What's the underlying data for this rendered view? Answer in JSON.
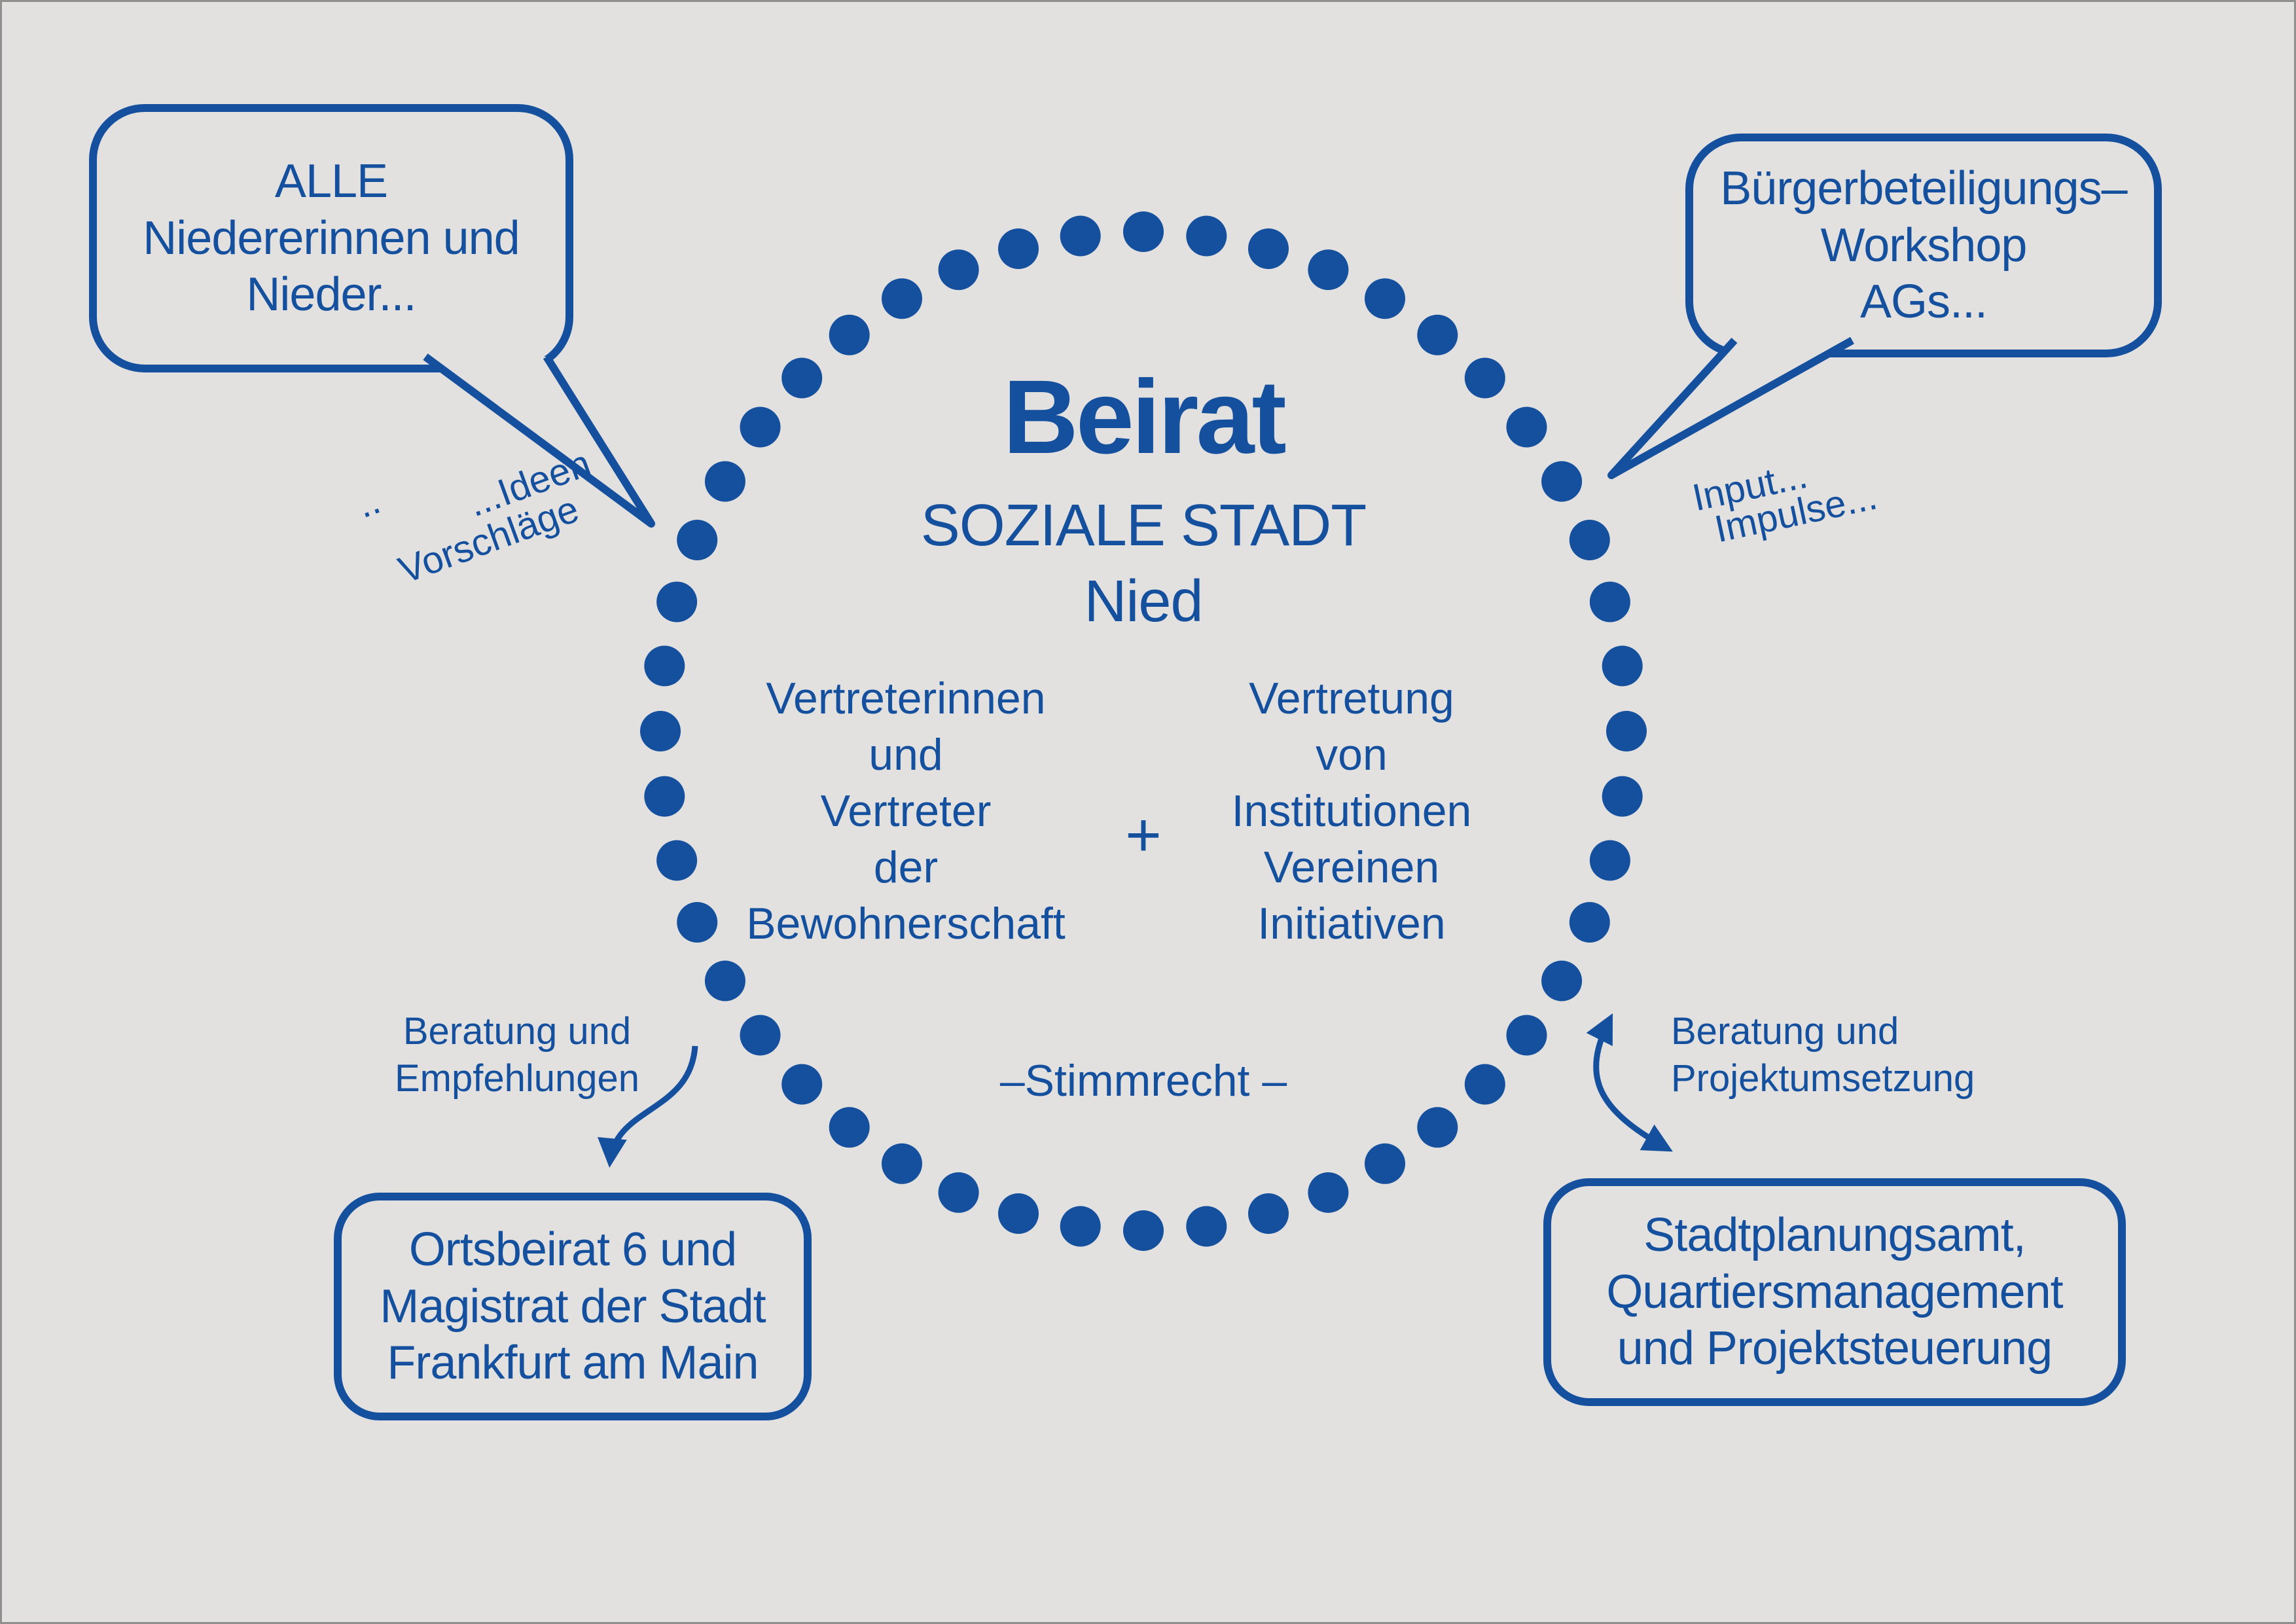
{
  "colors": {
    "blue": "#14509e",
    "background": "#e2e1df"
  },
  "center_circle": {
    "title": "Beirat",
    "subtitle_line1": "SOZIALE STADT",
    "subtitle_line2": "Nied",
    "left_group": [
      "Vertreterinnen",
      "und",
      "Vertreter",
      "der",
      "Bewohnerschaft"
    ],
    "plus_sign": "+",
    "right_group": [
      "Vertretung",
      "von",
      "Institutionen",
      "Vereinen",
      "Initiativen"
    ],
    "voting_note": "–Stimmrecht –"
  },
  "speech_bubbles": {
    "top_left": [
      "ALLE",
      "Niedererinnen und",
      "Nieder..."
    ],
    "top_right": [
      "Bürgerbeteiligungs–",
      "Workshop",
      "AGs..."
    ]
  },
  "flow_labels": {
    "left_in_prefix": "..",
    "left_in_1": "...Ideen",
    "left_in_2": "Vorschläge",
    "right_in_1": "Input...",
    "right_in_2": "Impulse...",
    "left_out_1": "Beratung und",
    "left_out_2": "Empfehlungen",
    "right_out_1": "Beratung und",
    "right_out_2": "Projektumsetzung"
  },
  "boxes": {
    "bottom_left": [
      "Ortsbeirat 6 und",
      "Magistrat der Stadt",
      "Frankfurt am Main"
    ],
    "bottom_right": [
      "Stadtplanungsamt,",
      "Quartiersmanagement",
      "und Projektsteuerung"
    ]
  }
}
